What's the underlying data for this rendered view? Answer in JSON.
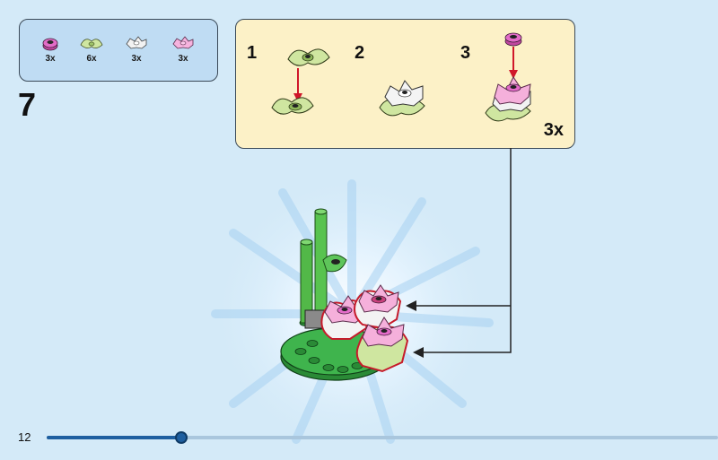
{
  "step": {
    "number": "7",
    "page_number": "12"
  },
  "parts": [
    {
      "icon": "pink-round-plate-icon",
      "qty": "3x",
      "color": "#d95bbf"
    },
    {
      "icon": "leaf-plate-icon",
      "qty": "6x",
      "color": "#c8e196"
    },
    {
      "icon": "white-flower-plate-icon",
      "qty": "3x",
      "color": "#eeeeee"
    },
    {
      "icon": "pink-flower-plate-icon",
      "qty": "3x",
      "color": "#f2a6d8"
    }
  ],
  "substeps": {
    "labels": [
      "1",
      "2",
      "3"
    ],
    "multiplier": "3x"
  },
  "progress": {
    "fraction": 0.2
  },
  "colors": {
    "background": "#d4eaf8",
    "parts_box": "#bfdcf3",
    "substep_box": "#fcf1c7",
    "arrow_red": "#d0182a",
    "progress": "#1e5fa0"
  }
}
